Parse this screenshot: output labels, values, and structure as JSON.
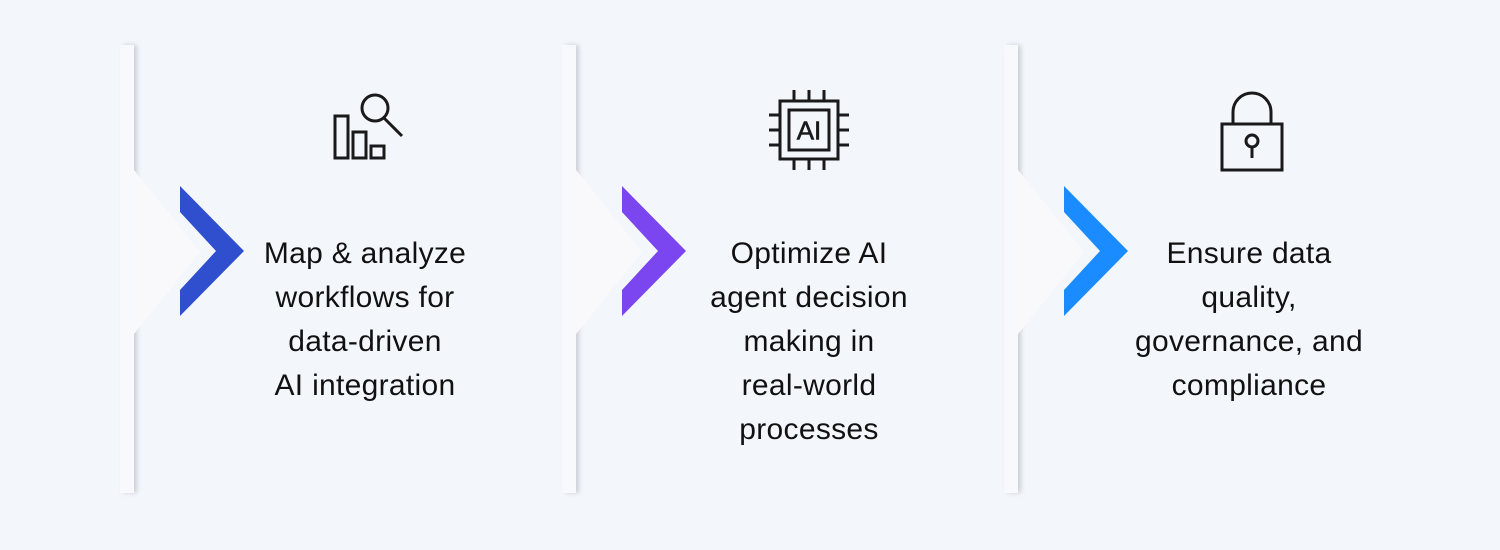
{
  "steps": [
    {
      "label": "Map & analyze\nworkflows for\ndata-driven\nAI integration",
      "icon": "bar-chart-magnifier-icon",
      "chevron_color": "#2f4fcf"
    },
    {
      "label": "Optimize AI\nagent decision\nmaking in\nreal-world\nprocesses",
      "icon": "ai-chip-icon",
      "chip_text": "AI",
      "chevron_color": "#7b45f0"
    },
    {
      "label": "Ensure data\nquality,\ngovernance, and\ncompliance",
      "icon": "padlock-icon",
      "chevron_color": "#1a8cff"
    }
  ]
}
